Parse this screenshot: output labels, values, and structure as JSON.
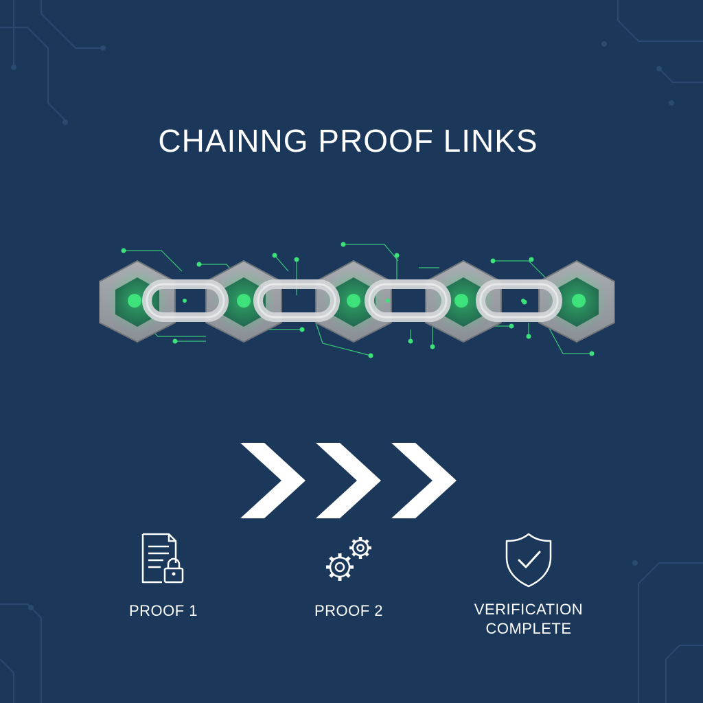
{
  "title": "CHAINNG PROOF LINKS",
  "colors": {
    "background": "#1b375a",
    "link_gray": "#b9bcbf",
    "accent_green": "#3de27a",
    "text": "#ffffff"
  },
  "chain": {
    "hexagon_count": 5,
    "link_count": 4
  },
  "arrows": {
    "count": 3,
    "icon": "chevron-right-icon"
  },
  "steps": [
    {
      "label": "PROOF 1",
      "icon": "locked-document-icon"
    },
    {
      "label": "PROOF 2",
      "icon": "gears-icon"
    },
    {
      "label_line1": "VERIFICATION",
      "label_line2": "COMPLETE",
      "icon": "shield-check-icon"
    }
  ]
}
